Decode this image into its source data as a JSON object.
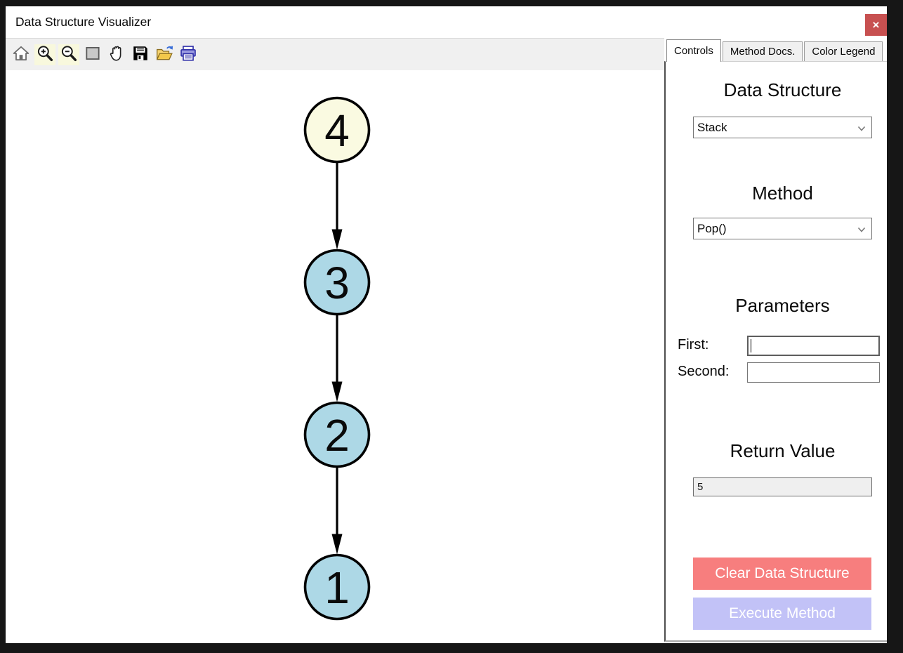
{
  "window": {
    "title": "Data Structure Visualizer",
    "close_glyph": "×"
  },
  "colors": {
    "close_button": "#C75050",
    "clear_button": "#F77E7E",
    "execute_button": "#C2C2F7",
    "node_yellow": "#FAFAE1",
    "node_blue": "#ADD8E6",
    "toolbar_bg": "#F0F0F0"
  },
  "toolbar": {
    "icons": [
      "home-icon",
      "zoom-in-icon",
      "zoom-out-icon",
      "zoom-rect-icon",
      "pan-hand-icon",
      "save-icon",
      "open-file-icon",
      "print-icon"
    ]
  },
  "tabs": [
    {
      "label": "Controls",
      "active": true
    },
    {
      "label": "Method Docs.",
      "active": false
    },
    {
      "label": "Color Legend",
      "active": false
    }
  ],
  "controls": {
    "data_structure": {
      "heading": "Data Structure",
      "selected": "Stack"
    },
    "method": {
      "heading": "Method",
      "selected": "Pop()"
    },
    "parameters": {
      "heading": "Parameters",
      "fields": [
        {
          "label": "First:",
          "value": "",
          "focused": true
        },
        {
          "label": "Second:",
          "value": "",
          "focused": false
        }
      ]
    },
    "return_value": {
      "heading": "Return Value",
      "value": "5"
    },
    "buttons": {
      "clear": {
        "label": "Clear Data Structure"
      },
      "execute": {
        "label": "Execute Method"
      }
    }
  },
  "visualization": {
    "type": "stack",
    "direction": "top-to-bottom",
    "edge_color": "#000000",
    "node_border_color": "#000000",
    "nodes": [
      {
        "value": "4",
        "fill": "#FAFAE1"
      },
      {
        "value": "3",
        "fill": "#ADD8E6"
      },
      {
        "value": "2",
        "fill": "#ADD8E6"
      },
      {
        "value": "1",
        "fill": "#ADD8E6"
      }
    ]
  }
}
